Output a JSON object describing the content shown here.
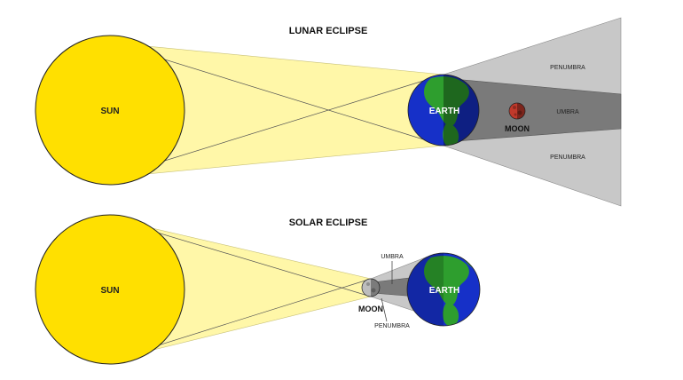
{
  "lunar": {
    "title": "LUNAR ECLIPSE",
    "sun": "SUN",
    "earth": "EARTH",
    "moon": "MOON",
    "penumbra_top": "PENUMBRA",
    "umbra": "UMBRA",
    "penumbra_bottom": "PENUMBRA"
  },
  "solar": {
    "title": "SOLAR ECLIPSE",
    "sun": "SUN",
    "earth": "EARTH",
    "moon": "MOON",
    "umbra": "UMBRA",
    "penumbra": "PENUMBRA"
  },
  "colors": {
    "sun": "#FFE000",
    "sun_stroke": "#222222",
    "light_beam": "#FFF7A8",
    "penumbra": "#C8C8C8",
    "umbra": "#7A7A7A",
    "ocean": "#1630C8",
    "land": "#2E9E2E",
    "moon_eclipsed": "#C0392B",
    "moon_normal": "#BDBDBD"
  }
}
